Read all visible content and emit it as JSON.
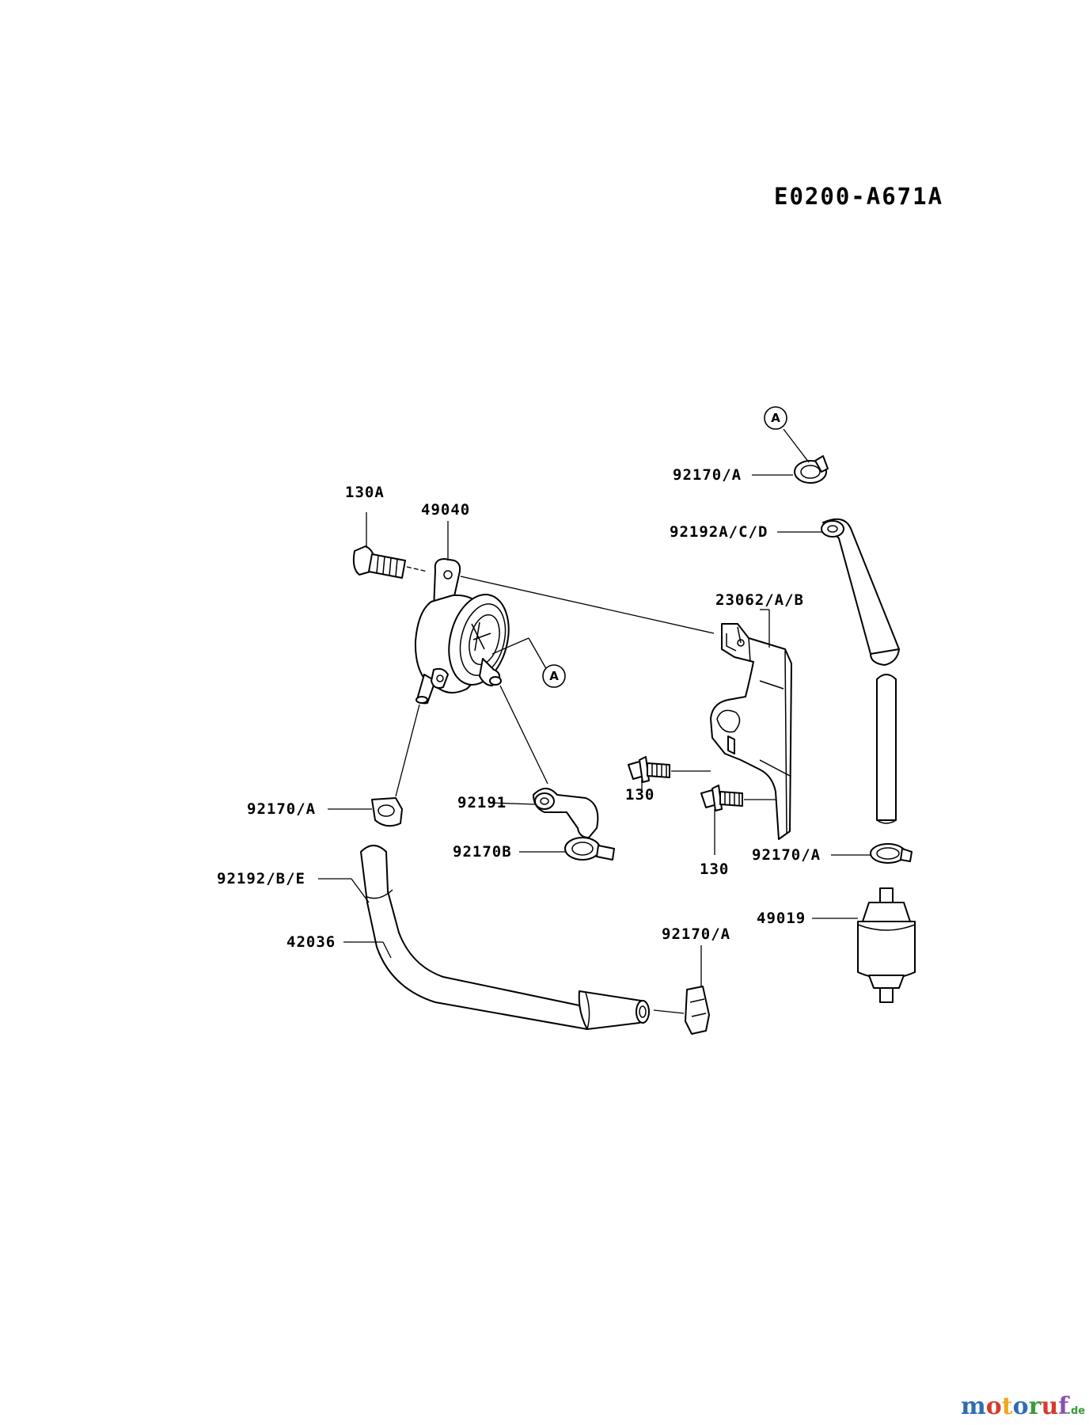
{
  "diagram_code": "E0200-A671A",
  "callouts": {
    "a_top": "A",
    "a_pump": "A"
  },
  "labels": {
    "p130A": "130A",
    "p49040": "49040",
    "p92170A_top": "92170/A",
    "p92192A_C_D": "92192A/C/D",
    "p23062_A_B": "23062/A/B",
    "p130_upper": "130",
    "p130_lower": "130",
    "p92170A_left": "92170/A",
    "p92191": "92191",
    "p92170B": "92170B",
    "p92192_B_E": "92192/B/E",
    "p42036": "42036",
    "p92170A_right": "92170/A",
    "p49019": "49019",
    "p92170A_bottom": "92170/A"
  },
  "watermark": {
    "text": "motoruf",
    "suffix": ".de",
    "colors": [
      "#2e6db4",
      "#d63b2f",
      "#f0a81e",
      "#2e6db4",
      "#3a9a3a",
      "#d63b2f",
      "#8a4fb0"
    ]
  }
}
